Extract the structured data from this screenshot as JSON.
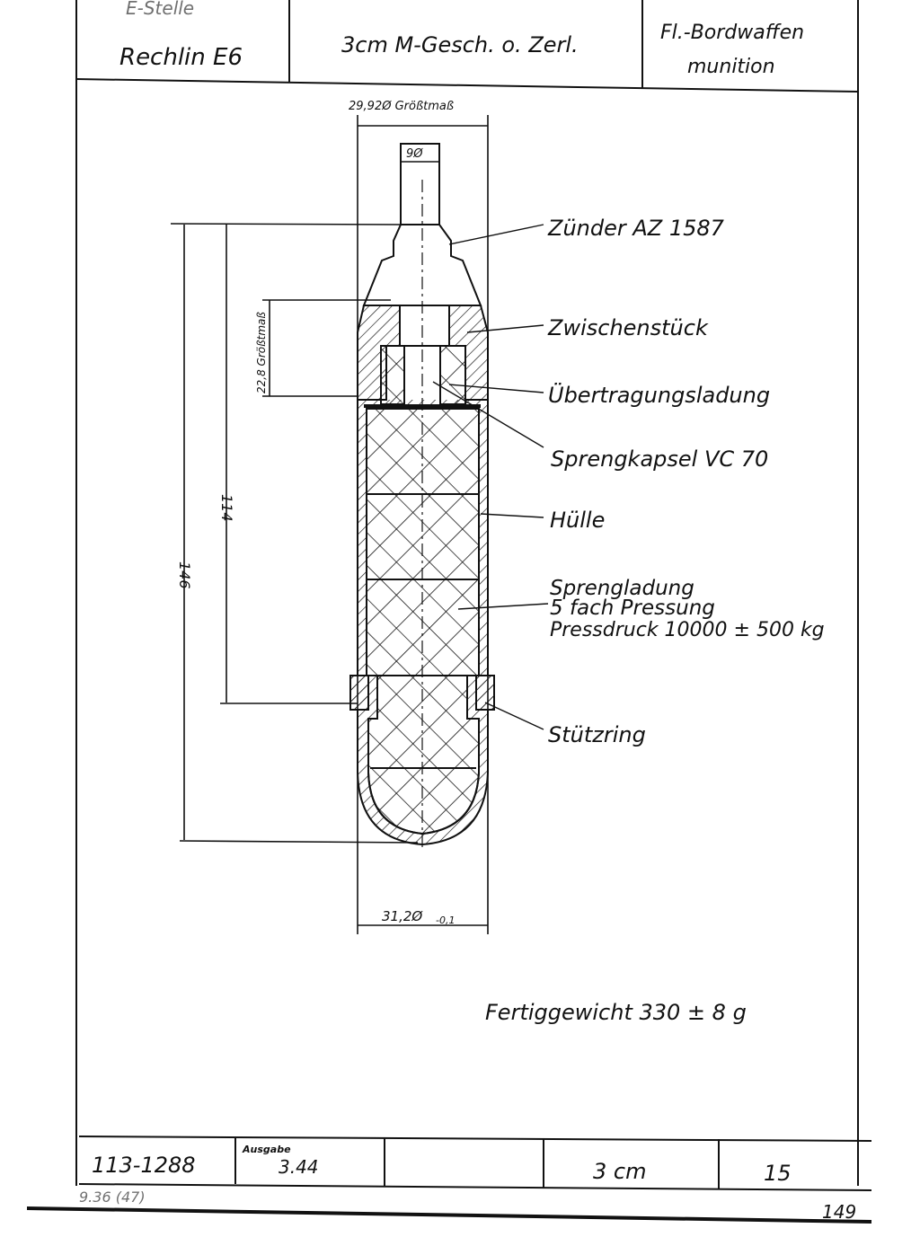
{
  "title_block": {
    "office_top": "E-Stelle",
    "office": "Rechlin E6",
    "title": "3cm M-Gesch. o. Zerl.",
    "category_line1": "Fl.-Bordwaffen",
    "category_line2": "munition"
  },
  "dimensions": {
    "max_diameter": "29,92Ø Größtmaß",
    "fuze_diameter": "9Ø",
    "overall_length": "146",
    "body_length": "114",
    "fuze_seat": "22,8 Größtmaß",
    "base_diameter": "31,2Ø",
    "base_tolerance": "-0,1"
  },
  "labels": {
    "fuze": "Zünder AZ 1587",
    "adapter": "Zwischenstück",
    "booster": "Übertragungsladung",
    "detonator": "Sprengkapsel VC 70",
    "shell": "Hülle",
    "charge_1": "Sprengladung",
    "charge_2": "5 fach Pressung",
    "charge_3": "Pressdruck 10000 ± 500 kg",
    "ring": "Stützring"
  },
  "weight": "Fertiggewicht 330 ± 8 g",
  "footer": {
    "drawing_no": "113-1288",
    "issue_label": "Ausgabe",
    "issue": "3.44",
    "empty": "",
    "caliber": "3 cm",
    "sheet": "15",
    "stamp": "9.36 (47)",
    "page": "149"
  }
}
